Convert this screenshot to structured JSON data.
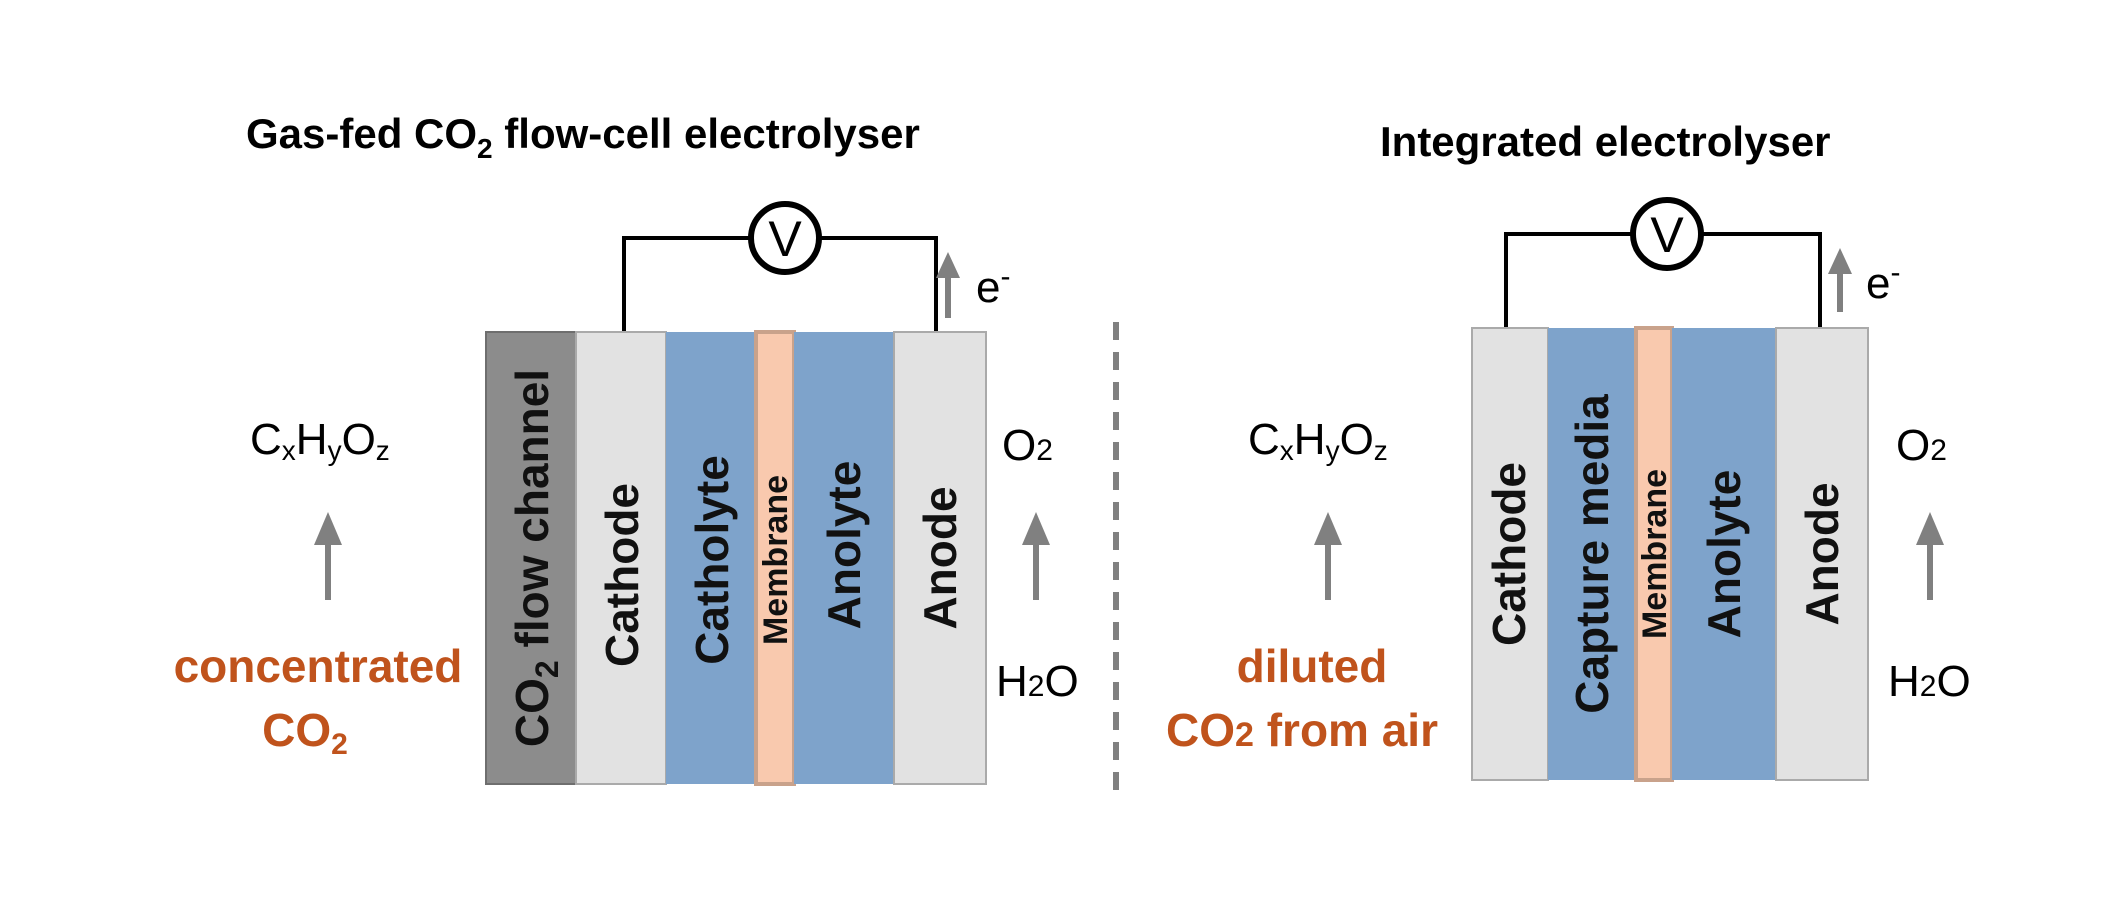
{
  "colors": {
    "flow_channel": "#8c8c8c",
    "electrode": "#e2e2e2",
    "electrolyte": "#7ea3cb",
    "membrane": "#f9c9ae",
    "arrow": "#808080",
    "orange_text": "#c0531c",
    "divider": "#808080"
  },
  "icons": {
    "voltmeter": "voltmeter-icon",
    "arrow": "up-arrow-icon"
  },
  "left": {
    "title_main": "Gas-fed CO",
    "title_sub": "2",
    "title_rest": " flow-cell electrolyser",
    "voltmeter": "V",
    "electron": "e",
    "electron_sup": "-",
    "layers": {
      "flow_channel_main": "CO",
      "flow_channel_sub": "2",
      "flow_channel_rest": " flow channel",
      "cathode": "Cathode",
      "catholyte": "Catholyte",
      "membrane": "Membrane",
      "anolyte": "Anolyte",
      "anode": "Anode"
    },
    "product_c": "C",
    "product_x": "x",
    "product_h": "H",
    "product_y": "y",
    "product_o": "O",
    "product_z": "z",
    "feed_line1": "concentrated",
    "feed_line2_main": "CO",
    "feed_line2_sub": "2",
    "o2_main": "O",
    "o2_sub": "2",
    "h2o_main": "H",
    "h2o_sub": "2",
    "h2o_rest": "O"
  },
  "right": {
    "title": "Integrated electrolyser",
    "voltmeter": "V",
    "electron": "e",
    "electron_sup": "-",
    "layers": {
      "cathode": "Cathode",
      "capture_media": "Capture media",
      "membrane": "Membrane",
      "anolyte": "Anolyte",
      "anode": "Anode"
    },
    "product_c": "C",
    "product_x": "x",
    "product_h": "H",
    "product_y": "y",
    "product_o": "O",
    "product_z": "z",
    "feed_line1": "diluted",
    "feed_line2_main": "CO",
    "feed_line2_sub": "2",
    "feed_line2_rest": " from air",
    "o2_main": "O",
    "o2_sub": "2",
    "h2o_main": "H",
    "h2o_sub": "2",
    "h2o_rest": "O"
  }
}
